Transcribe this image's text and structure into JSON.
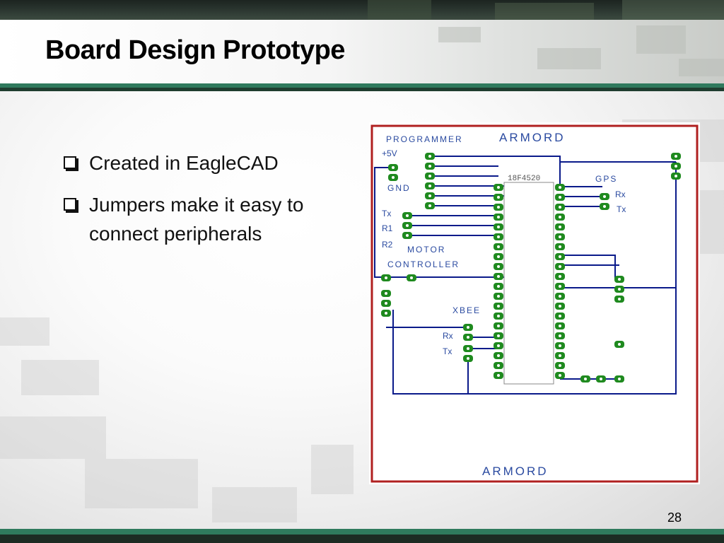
{
  "slide": {
    "title": "Board Design Prototype",
    "bullets": [
      {
        "text": "Created in EagleCAD"
      },
      {
        "text": "Jumpers make it easy to connect peripherals"
      }
    ],
    "page_number": "28"
  },
  "schematic": {
    "labels": {
      "programmer": "PROGRAMMER",
      "armord_top": "ARMORD",
      "plus5v": "+5V",
      "gnd": "GND",
      "chip": "18F4520",
      "gps": "GPS",
      "gps_rx": "Rx",
      "gps_tx": "Tx",
      "tx": "Tx",
      "r1": "R1",
      "r2": "R2",
      "motor": "MOTOR",
      "controller": "CONTROLLER",
      "xbee": "XBEE",
      "xbee_rx": "Rx",
      "xbee_tx": "Tx",
      "armord_bottom": "ARMORD"
    },
    "colors": {
      "border": "#b02020",
      "wire": "#0a1a8a",
      "pad": "#1f8a1f",
      "text": "#2a4aa0"
    }
  }
}
